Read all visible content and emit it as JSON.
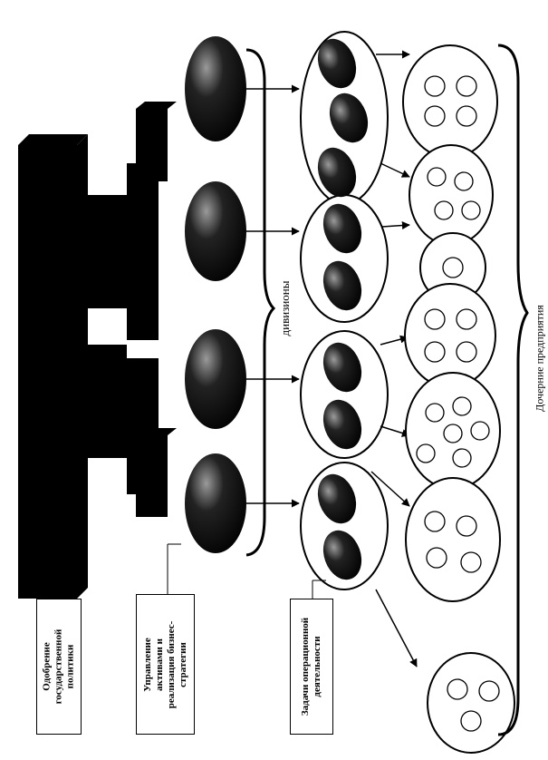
{
  "labels": {
    "box1": [
      "Одобрение",
      "государственной",
      "политики"
    ],
    "box2": [
      "Управление",
      "активами и",
      "реализация бизнес-",
      "стратегии"
    ],
    "box3": [
      "Задачи операционной",
      "деятельности"
    ],
    "divisions": "дивизионы",
    "subsidiaries": "Дочерние предприятия"
  },
  "colors": {
    "ink": "#000000",
    "paper": "#ffffff"
  }
}
